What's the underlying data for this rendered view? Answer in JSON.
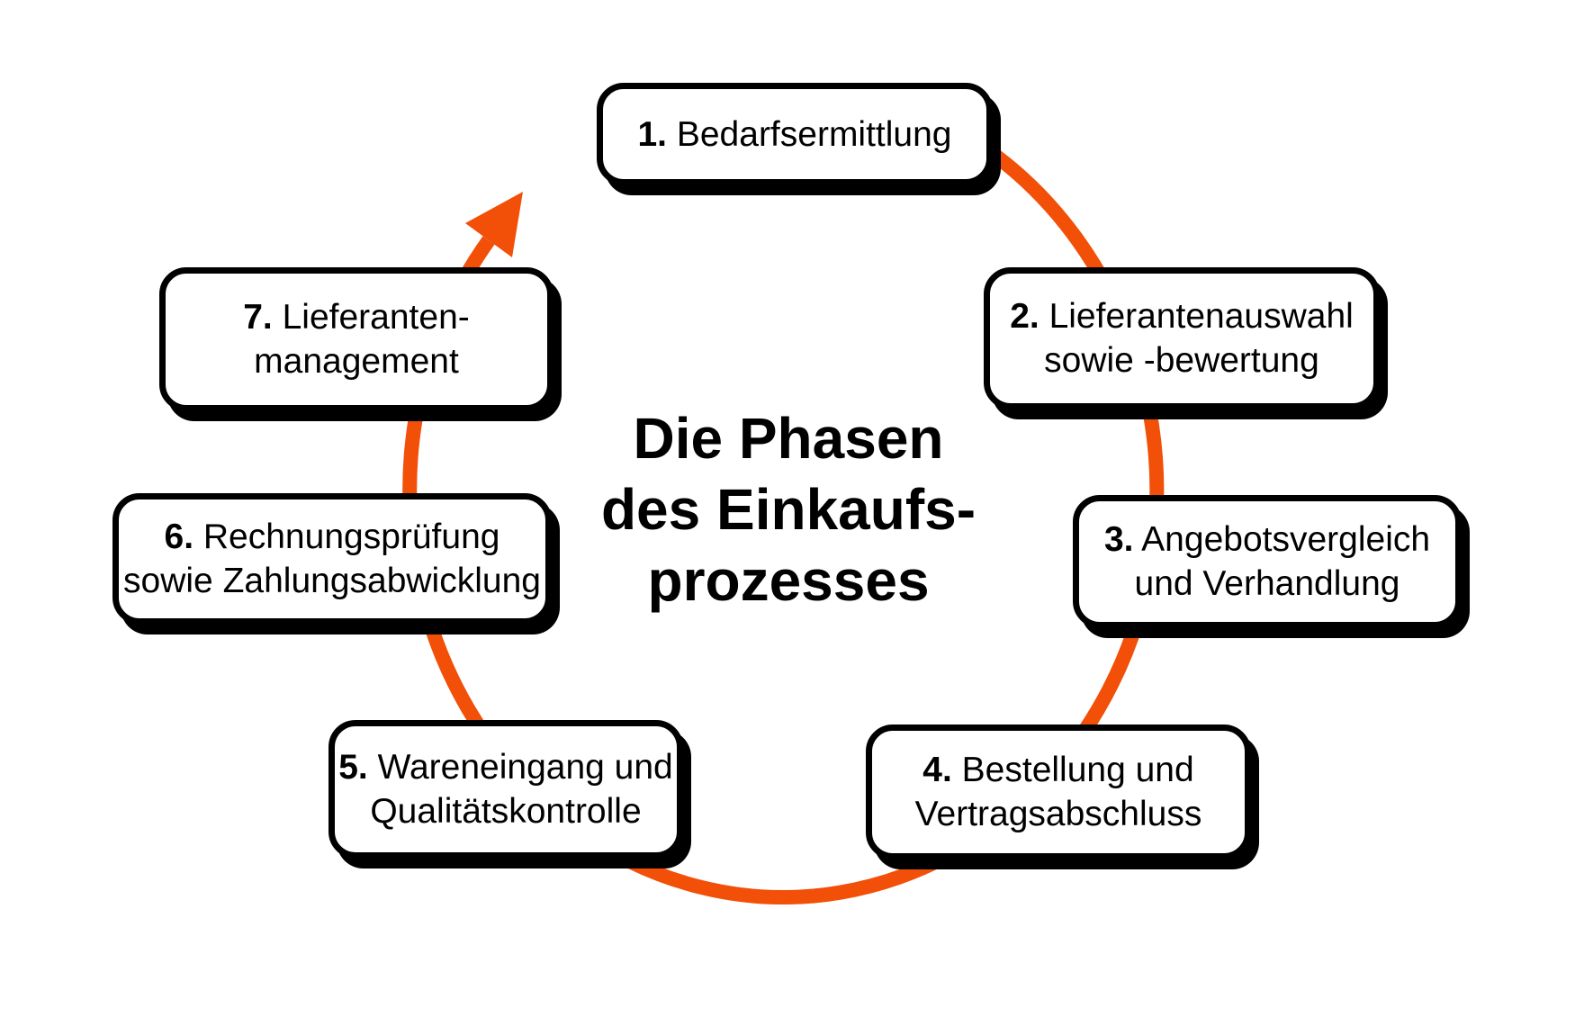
{
  "diagram": {
    "title_lines": [
      "Die Phasen",
      "des Einkaufs-",
      "prozesses"
    ],
    "phases": [
      {
        "number": "1.",
        "line1": "Bedarfsermittlung",
        "line2": ""
      },
      {
        "number": "2.",
        "line1": "Lieferantenauswahl",
        "line2": "sowie -bewertung"
      },
      {
        "number": "3.",
        "line1": "Angebotsvergleich",
        "line2": "und Verhandlung"
      },
      {
        "number": "4.",
        "line1": "Bestellung und",
        "line2": "Vertragsabschluss"
      },
      {
        "number": "5.",
        "line1": "Wareneingang und",
        "line2": "Qualitätskontrolle"
      },
      {
        "number": "6.",
        "line1": "Rechnungsprüfung",
        "line2": "sowie Zahlungsabwicklung"
      },
      {
        "number": "7.",
        "line1": "Lieferanten-",
        "line2": "management"
      }
    ],
    "colors": {
      "arrow_orange": "#F24F08",
      "box_border": "#000000",
      "box_fill": "#FFFFFF",
      "text": "#000000",
      "background": "#FFFFFF"
    }
  }
}
